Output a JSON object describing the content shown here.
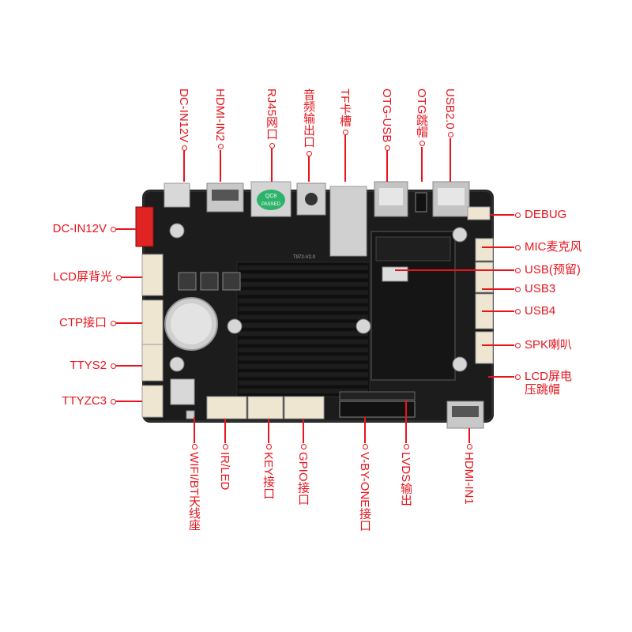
{
  "colors": {
    "label": "#e8141d",
    "board": "#1a1a1a",
    "heatsink": "#111111"
  },
  "labels": {
    "top": [
      "DC-IN12V",
      "HDMI-IN2",
      "RJ45网口",
      "音频输出口",
      "TF卡槽",
      "OTG-USB",
      "OTG跳帽",
      "USB2.0"
    ],
    "left": [
      "DC-IN12V",
      "LCD屏背光",
      "CTP接口",
      "TTYS2",
      "TTYZC3"
    ],
    "right": [
      "DEBUG",
      "MIC麦克风",
      "USB(预留)",
      "USB3",
      "USB4",
      "SPK喇叭",
      "LCD屏电",
      "压跳帽"
    ],
    "bottom": [
      "WIFI/BT天线座",
      "IR/LED",
      "KEY接口",
      "GPIO接口",
      "V-BY-ONE接口",
      "LVDS输出",
      "HDMI-IN1"
    ]
  },
  "board_marks": {
    "qc": "QC8",
    "qc_sub": "PASSED",
    "model": "T972-V2.0"
  }
}
